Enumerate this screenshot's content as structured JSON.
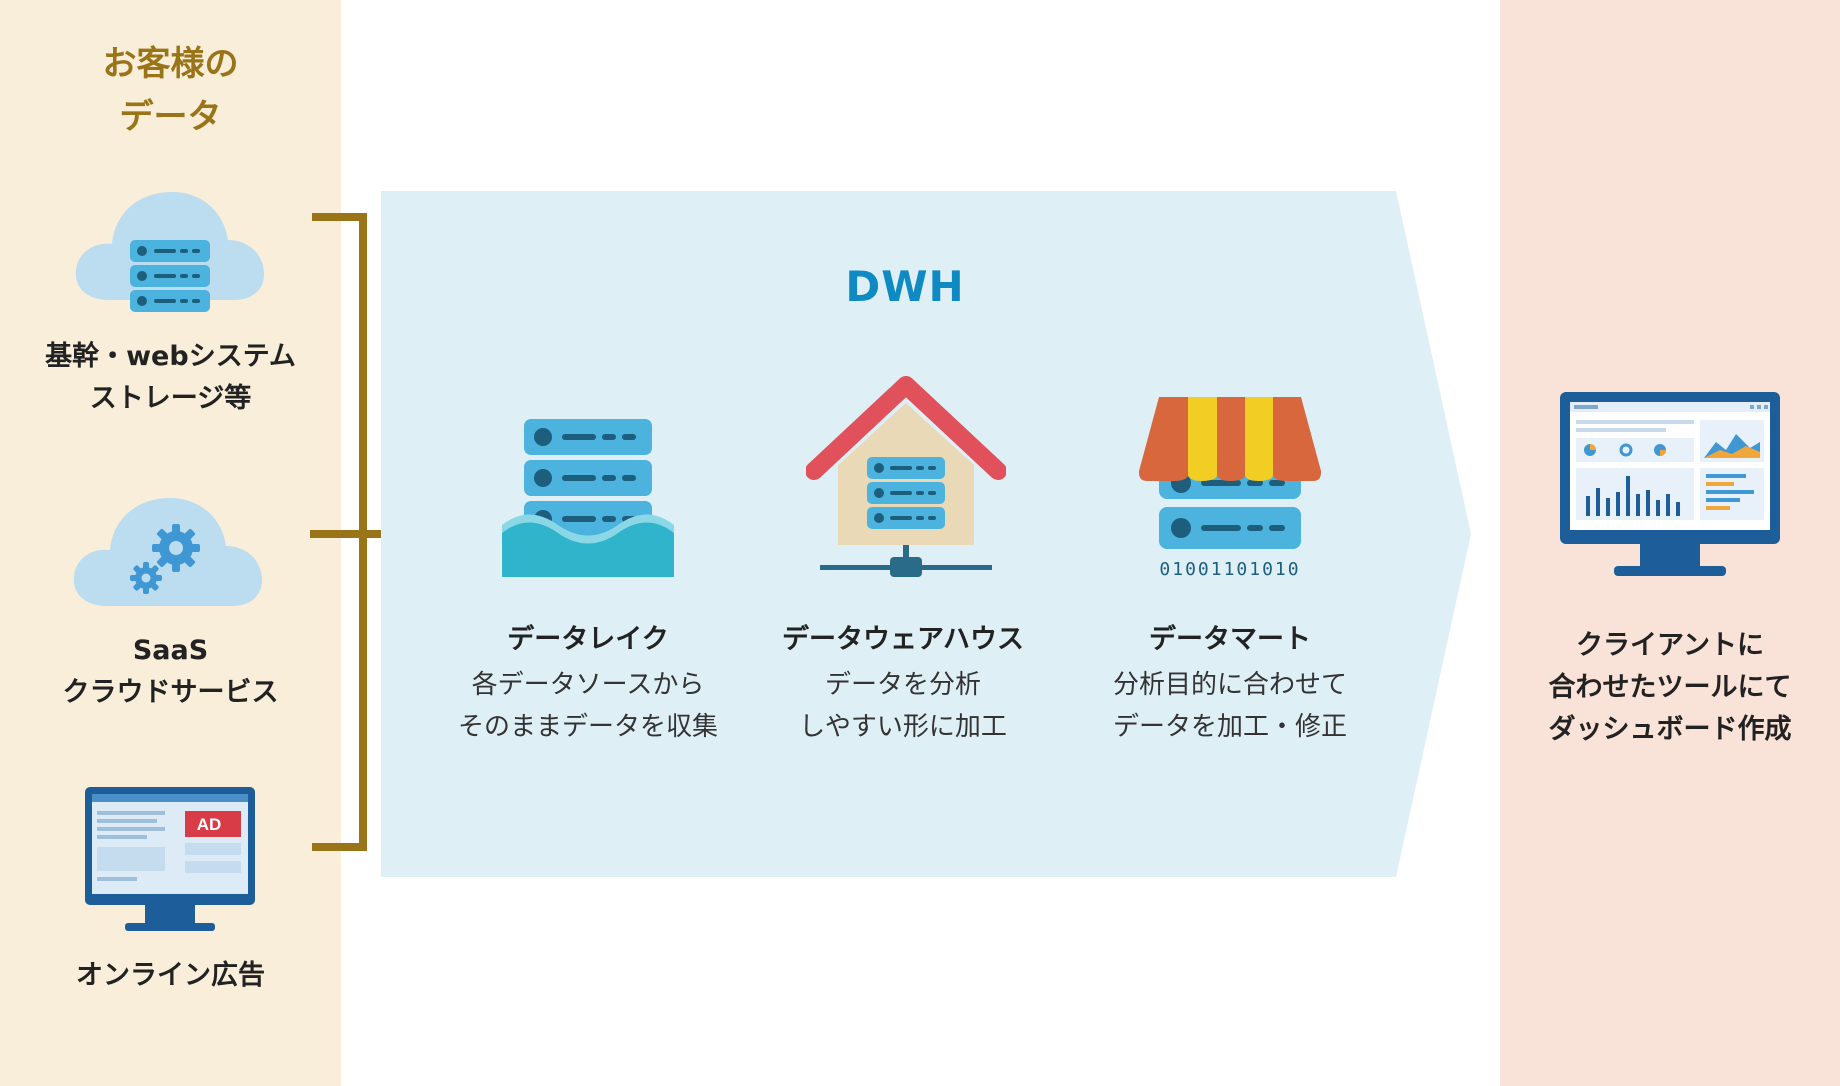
{
  "left": {
    "title": "お客様の\nデータ",
    "sources": [
      {
        "label": "基幹・webシステム\nストレージ等",
        "icon": "cloud-server-icon"
      },
      {
        "label": "SaaS\nクラウドサービス",
        "icon": "cloud-gear-icon"
      },
      {
        "label": "オンライン広告",
        "icon": "monitor-ad-icon",
        "badge": "AD"
      }
    ]
  },
  "dwh": {
    "title": "DWH",
    "stages": [
      {
        "title": "データレイク",
        "desc": "各データソースから\nそのままデータを収集",
        "icon": "data-lake-icon"
      },
      {
        "title": "データウェアハウス",
        "desc": "データを分析\nしやすい形に加工",
        "icon": "warehouse-icon"
      },
      {
        "title": "データマート",
        "desc": "分析目的に合わせて\nデータを加工・修正",
        "icon": "data-mart-icon",
        "caption": "01001101010"
      }
    ]
  },
  "output": {
    "label": "クライアントに\n合わせたツールにて\nダッシュボード作成",
    "icon": "dashboard-monitor-icon"
  },
  "colors": {
    "left_bg": "#f8eed9",
    "right_bg": "#f9e2d8",
    "dwh_bg": "#dfeff6",
    "accent_gold": "#9a7418",
    "dwh_title": "#0f8ac2",
    "server_blue": "#4bb3de"
  }
}
